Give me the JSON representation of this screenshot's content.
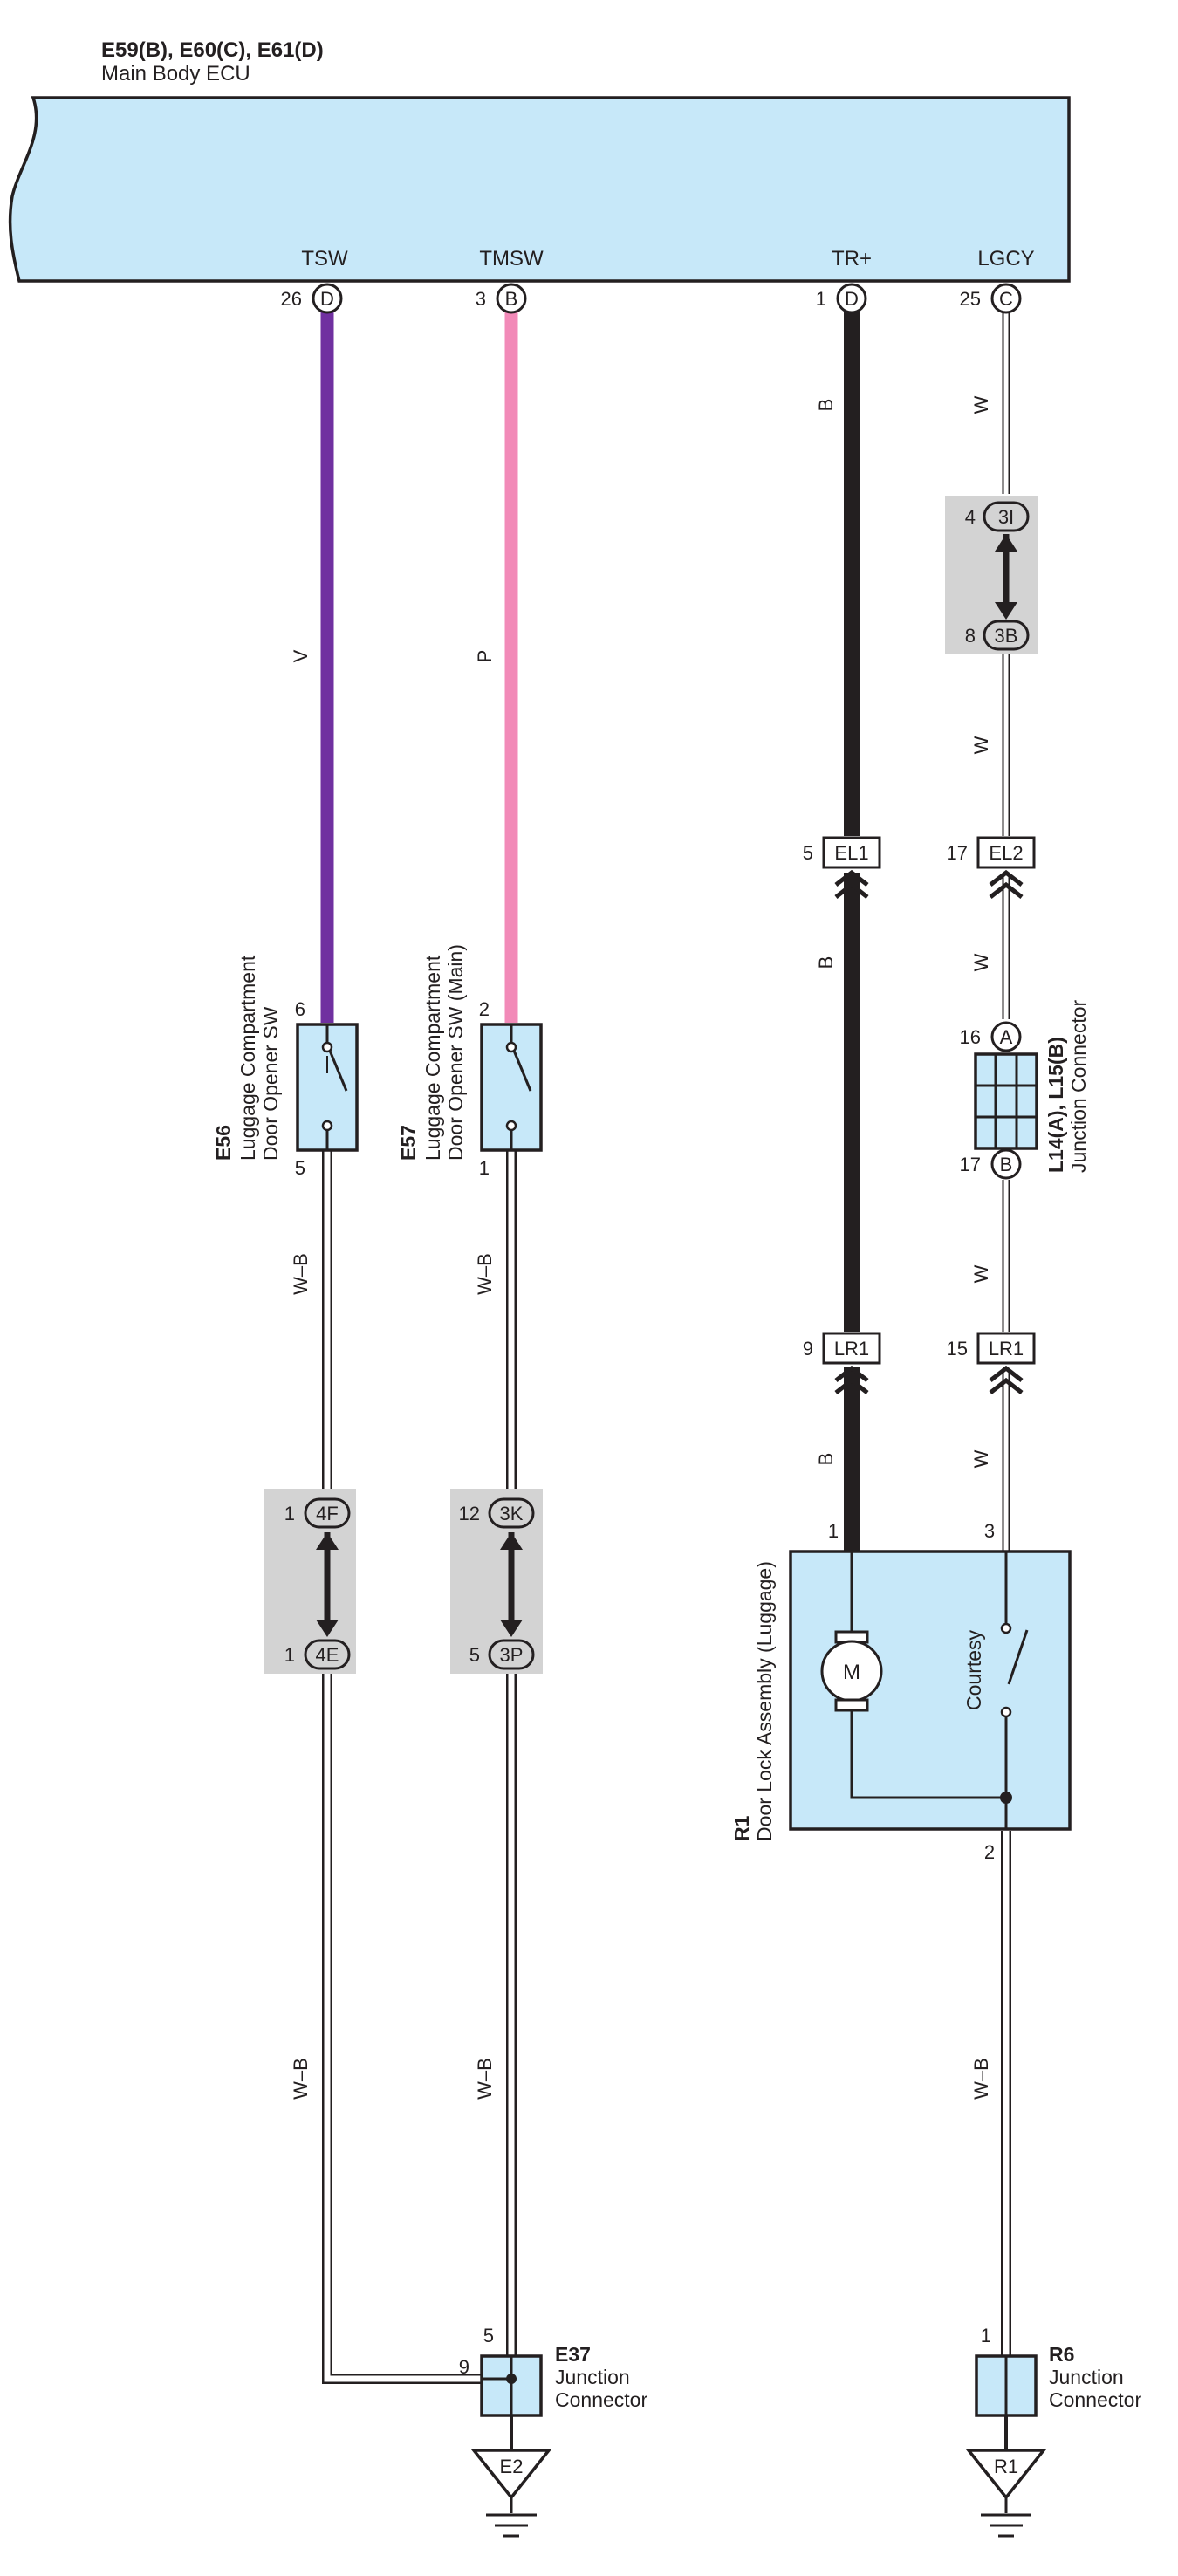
{
  "ecu": {
    "title": "E59(B), E60(C), E61(D)",
    "subtitle": "Main Body ECU",
    "terminals": [
      {
        "name": "TSW",
        "pin": "26",
        "connector": "D"
      },
      {
        "name": "TMSW",
        "pin": "3",
        "connector": "B"
      },
      {
        "name": "TR+",
        "pin": "1",
        "connector": "D"
      },
      {
        "name": "LGCY",
        "pin": "25",
        "connector": "C"
      }
    ]
  },
  "wires": {
    "tsw": "V",
    "tmsw": "P",
    "trplus_1": "B",
    "trplus_2": "B",
    "trplus_3": "B",
    "lgcy_1": "W",
    "lgcy_2": "W",
    "lgcy_3": "W",
    "lgcy_4": "W",
    "lgcy_5": "W",
    "e56_ground": "W–B",
    "e57_ground": "W–B",
    "e56_lower": "W–B",
    "e57_lower": "W–B",
    "r1_ground": "W–B"
  },
  "colors": {
    "violet": "#7030a0",
    "pink": "#f28ab8",
    "black": "#231f20",
    "white_wire": "#ffffff",
    "component_fill": "#c7e8f9",
    "splice_grey": "#d3d3d3"
  },
  "connectors": {
    "lgcy_top": {
      "code": "3I",
      "pin": "4"
    },
    "lgcy_bottom": {
      "code": "3B",
      "pin": "8"
    },
    "e56_top": {
      "code": "4F",
      "pin": "1"
    },
    "e56_bottom": {
      "code": "4E",
      "pin": "1"
    },
    "e57_top": {
      "code": "3K",
      "pin": "12"
    },
    "e57_bottom": {
      "code": "3P",
      "pin": "5"
    },
    "el1": {
      "code": "EL1",
      "pin": "5"
    },
    "el2": {
      "code": "EL2",
      "pin": "17"
    },
    "lr1_left": {
      "code": "LR1",
      "pin": "9"
    },
    "lr1_right": {
      "code": "LR1",
      "pin": "15"
    }
  },
  "components": {
    "e56": {
      "id": "E56",
      "line1": "Luggage Compartment",
      "line2": "Door Opener SW",
      "pin_top": "6",
      "pin_bottom": "5"
    },
    "e57": {
      "id": "E57",
      "line1": "Luggage Compartment",
      "line2": "Door Opener SW (Main)",
      "pin_top": "2",
      "pin_bottom": "1"
    },
    "l14": {
      "id": "L14(A), L15(B)",
      "name": "Junction Connector",
      "pin_top": "16",
      "pin_top_conn": "A",
      "pin_bottom": "17",
      "pin_bottom_conn": "B"
    },
    "r1": {
      "id": "R1",
      "name": "Door Lock Assembly (Luggage)",
      "motor": "M",
      "switch_label": "Courtesy",
      "pin_motor": "1",
      "pin_switch": "3",
      "pin_ground": "2"
    },
    "e37": {
      "id": "E37",
      "line1": "Junction",
      "line2": "Connector",
      "pin_top": "5",
      "pin_left": "9"
    },
    "r6": {
      "id": "R6",
      "line1": "Junction",
      "line2": "Connector",
      "pin_top": "1"
    }
  },
  "grounds": {
    "left": "E2",
    "right": "R1"
  }
}
